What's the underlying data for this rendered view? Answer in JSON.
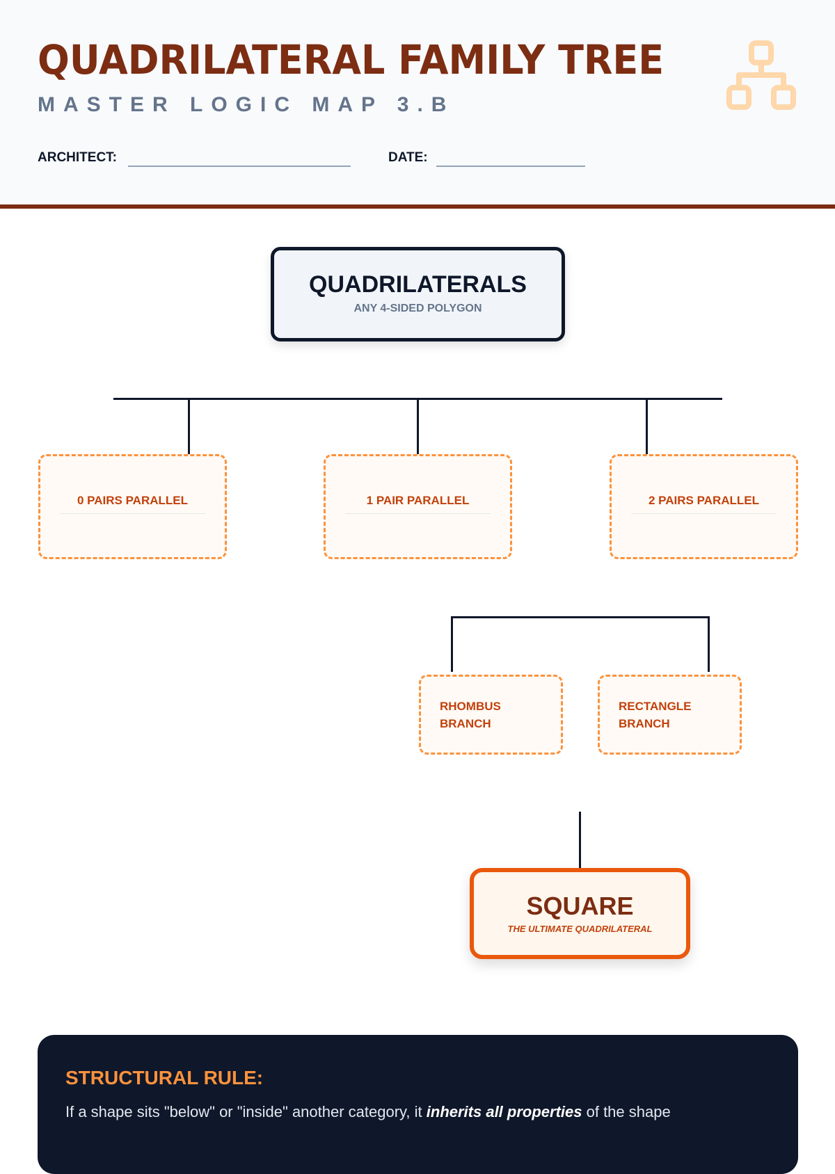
{
  "header": {
    "title": "QUADRILATERAL FAMILY TREE",
    "subtitle": "MASTER LOGIC MAP 3.B",
    "architect_label": "ARCHITECT:",
    "date_label": "DATE:",
    "icon": "sitemap-icon"
  },
  "root": {
    "title": "QUADRILATERALS",
    "subtitle": "ANY 4-SIDED POLYGON"
  },
  "categories": [
    {
      "label": "0 PAIRS PARALLEL"
    },
    {
      "label": "1 PAIR PARALLEL"
    },
    {
      "label": "2 PAIRS PARALLEL"
    }
  ],
  "branches": [
    {
      "line1": "RHOMBUS",
      "line2": "BRANCH"
    },
    {
      "line1": "RECTANGLE",
      "line2": "BRANCH"
    }
  ],
  "square": {
    "title": "SQUARE",
    "subtitle": "THE ULTIMATE QUADRILATERAL"
  },
  "rule": {
    "heading": "STRUCTURAL RULE:",
    "text_before": "If a shape sits \"below\" or \"inside\" another category, it ",
    "text_emphasis": "inherits all properties",
    "text_after": " of the shape"
  },
  "colors": {
    "brand": "#7c2d12",
    "accent": "#ea580c",
    "dashed": "#fb923c",
    "dark": "#0f172a"
  }
}
